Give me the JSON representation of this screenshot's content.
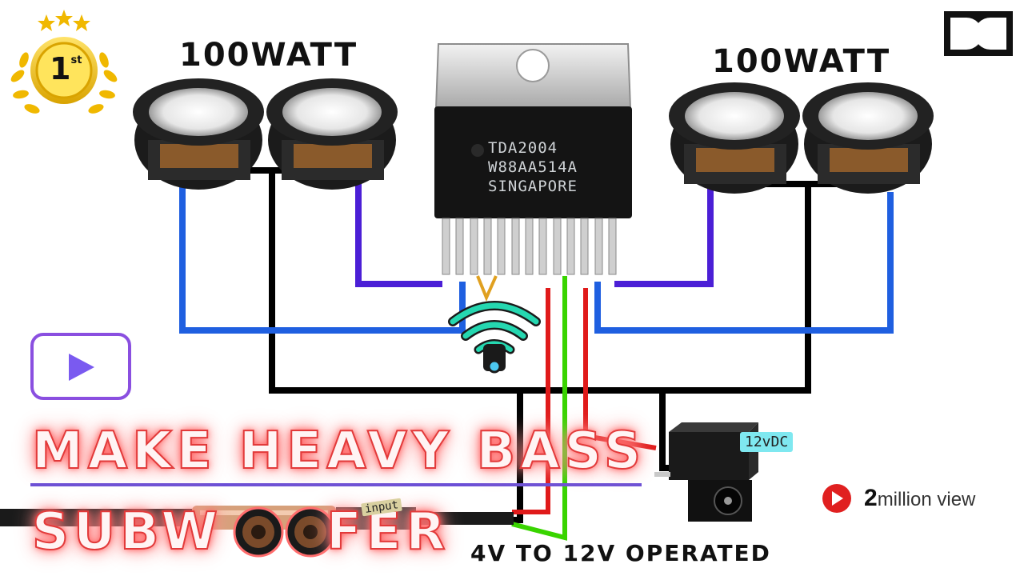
{
  "speakers": {
    "left_label": "100WATT",
    "right_label": "100WATT"
  },
  "chip": {
    "line1": "TDA2004",
    "line2": "W88AA514A",
    "line3": "SINGAPORE"
  },
  "badge": {
    "text": "1",
    "suffix": "st"
  },
  "headline": {
    "line1": "MAKE HEAVY BASS",
    "line2_prefix": "SUBW",
    "line2_suffix": "FER"
  },
  "power": {
    "jack_label": "12vDC",
    "operated_label": "4V TO 12V OPERATED"
  },
  "input_label": "input",
  "views": {
    "count": "2",
    "suffix": "million view"
  },
  "colors": {
    "wire_blue": "#1f5fe0",
    "wire_purple": "#4b1fd6",
    "wire_black": "#000000",
    "wire_red": "#e01a1a",
    "wire_green": "#39d400",
    "headline_glow": "#ff5a5a",
    "divider": "#6b4fd6",
    "play_button": "#8a4fe0",
    "jack_tag": "#7fe8f0"
  }
}
